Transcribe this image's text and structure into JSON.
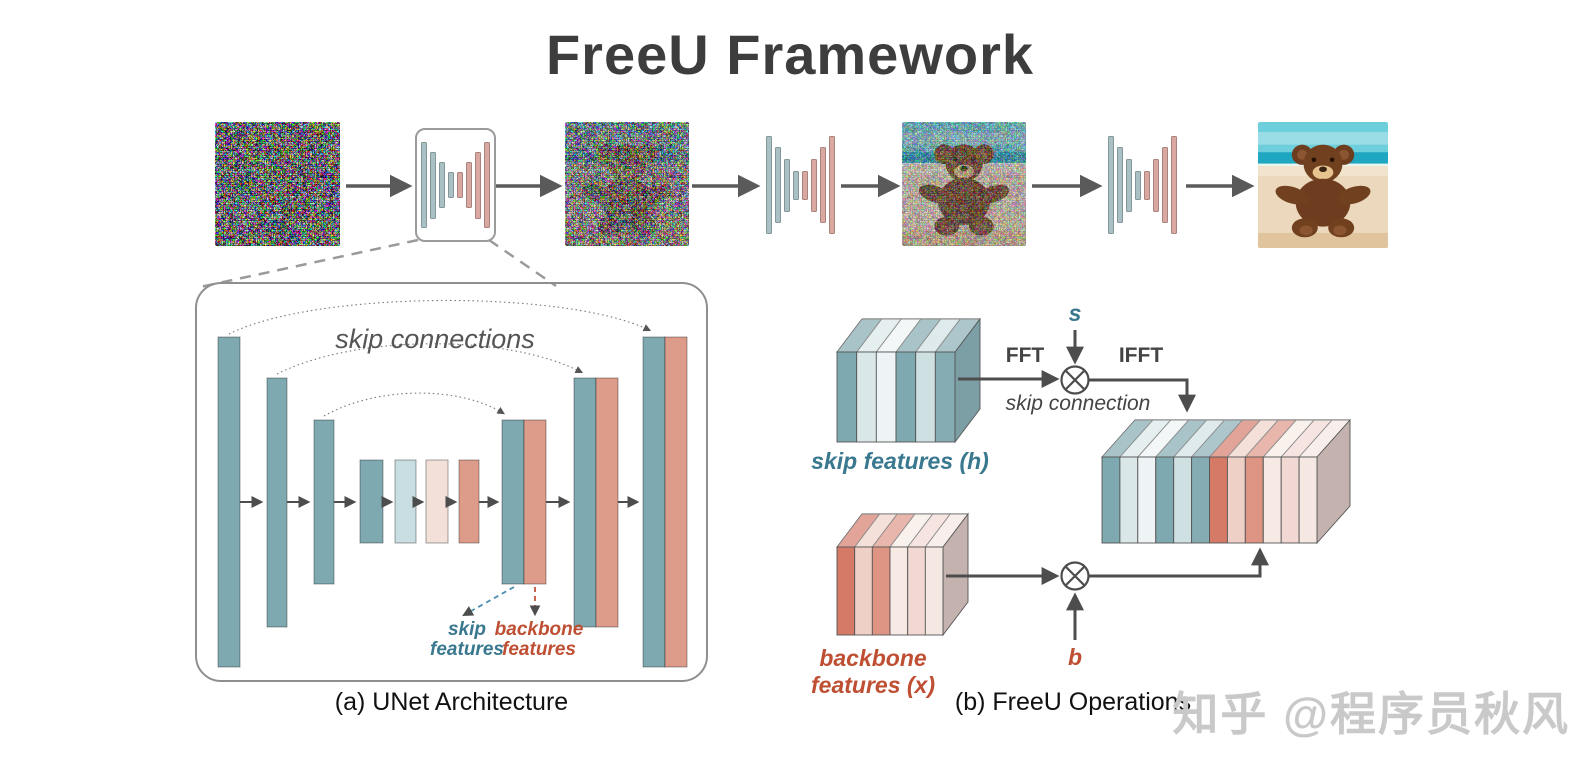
{
  "title": "FreeU Framework",
  "palette": {
    "teal": "#7FA9B0",
    "salmon": "#DD9B8A",
    "light_blue": "#C9DEE2",
    "light_pink": "#F3E0D8",
    "icon_teal": "#A9C1C5",
    "icon_pink": "#D9A8A1",
    "skip_text": "#39788F",
    "backbone_text": "#BF4F33",
    "arrow_gray": "#5a5a5a",
    "panel_border": "#8f8f8f"
  },
  "top_row": {
    "step_icons": [
      "noise-image",
      "unet-icon-boxed",
      "noisy-teddy-image",
      "unet-icon",
      "denoising-teddy-image",
      "unet-icon",
      "clean-teddy-image"
    ]
  },
  "panel_a": {
    "skip_connections_label": "skip connections",
    "skip_features": [
      "skip",
      "features"
    ],
    "backbone_features": [
      "backbone",
      "features"
    ],
    "caption": "(a) UNet Architecture"
  },
  "panel_b": {
    "fft_label": "FFT",
    "ifft_label": "IFFT",
    "s_label": "s",
    "b_label": "b",
    "skip_connection_label": "skip connection",
    "skip_features_label": "skip features (h)",
    "backbone_features_label": "backbone features (x)",
    "caption": "(b) FreeU Operations",
    "multiply_icon": "⊗"
  },
  "cubes": {
    "skip_stripes": [
      "#7FA9B0",
      "#D9E7E9",
      "#EEF4F5",
      "#7FA9B0",
      "#CFE0E3",
      "#85ACB3"
    ],
    "skip_side": "#7C9EA5",
    "backbone_stripes": [
      "#D47A67",
      "#EFD0C7",
      "#DD9483",
      "#F7EAE4",
      "#F2D8D2",
      "#F5E8E3"
    ],
    "backbone_side": "#C4B2AE",
    "combined_stripes": [
      "#7FA9B0",
      "#D9E7E9",
      "#EEF4F5",
      "#7FA9B0",
      "#CFE0E3",
      "#85ACB3",
      "#D47A67",
      "#EFD0C7",
      "#DD9483",
      "#F7EAE4",
      "#F2D8D2",
      "#F5E8E3"
    ],
    "combined_side": "#C4B2AE"
  },
  "watermark": "知乎 @程序员秋风"
}
